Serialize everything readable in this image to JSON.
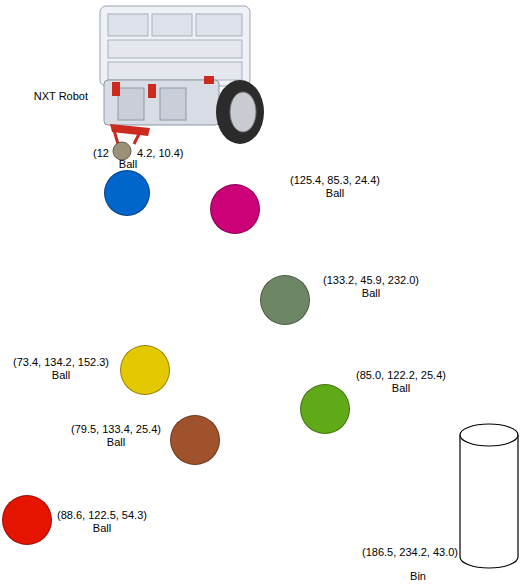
{
  "diagram": {
    "nodes": [
      {
        "text": [
          "(12",
          "4.2, 10.4)",
          "Ball"
        ]
      },
      {
        "text": [
          "(125.4, 85.3, 24.4)",
          "Ball"
        ]
      },
      {
        "text": [
          "(133.2, 45.9, 232.0)",
          "Ball"
        ]
      },
      {
        "text": [
          "(73.4, 134.2, 152.3)",
          "Ball"
        ]
      },
      {
        "text": [
          "(85.0, 122.2, 25.4)",
          "Ball"
        ]
      },
      {
        "text": [
          "(79.5, 133.4, 25.4)",
          "Ball"
        ]
      },
      {
        "text": [
          "(88.6, 122.5, 54.3)",
          "Ball"
        ]
      },
      {
        "text": [
          "(186.5, 234.2, 43.0)",
          "Bin"
        ]
      }
    ],
    "labels": [
      "NXT Robot"
    ]
  }
}
